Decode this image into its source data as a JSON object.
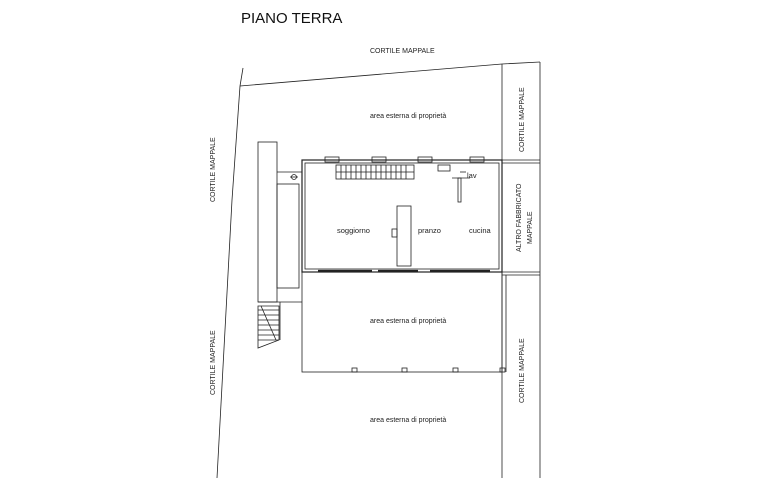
{
  "title": "PIANO TERRA",
  "labels": {
    "cortile_top": "CORTILE MAPPALE",
    "cortile_left_upper": "CORTILE MAPPALE",
    "cortile_left_lower": "CORTILE MAPPALE",
    "cortile_right_upper": "CORTILE MAPPALE",
    "cortile_right_lower": "CORTILE MAPPALE",
    "altro_fabbricato_line1": "ALTRO FABBRICATO",
    "altro_fabbricato_line2": "MAPPALE",
    "area_esterna_1": "area esterna di proprietà",
    "area_esterna_2": "area esterna di proprietà",
    "area_esterna_3": "area esterna di proprietà"
  },
  "rooms": {
    "soggiorno": "soggiorno",
    "pranzo": "pranzo",
    "cucina": "cucina",
    "lav": "lav"
  }
}
